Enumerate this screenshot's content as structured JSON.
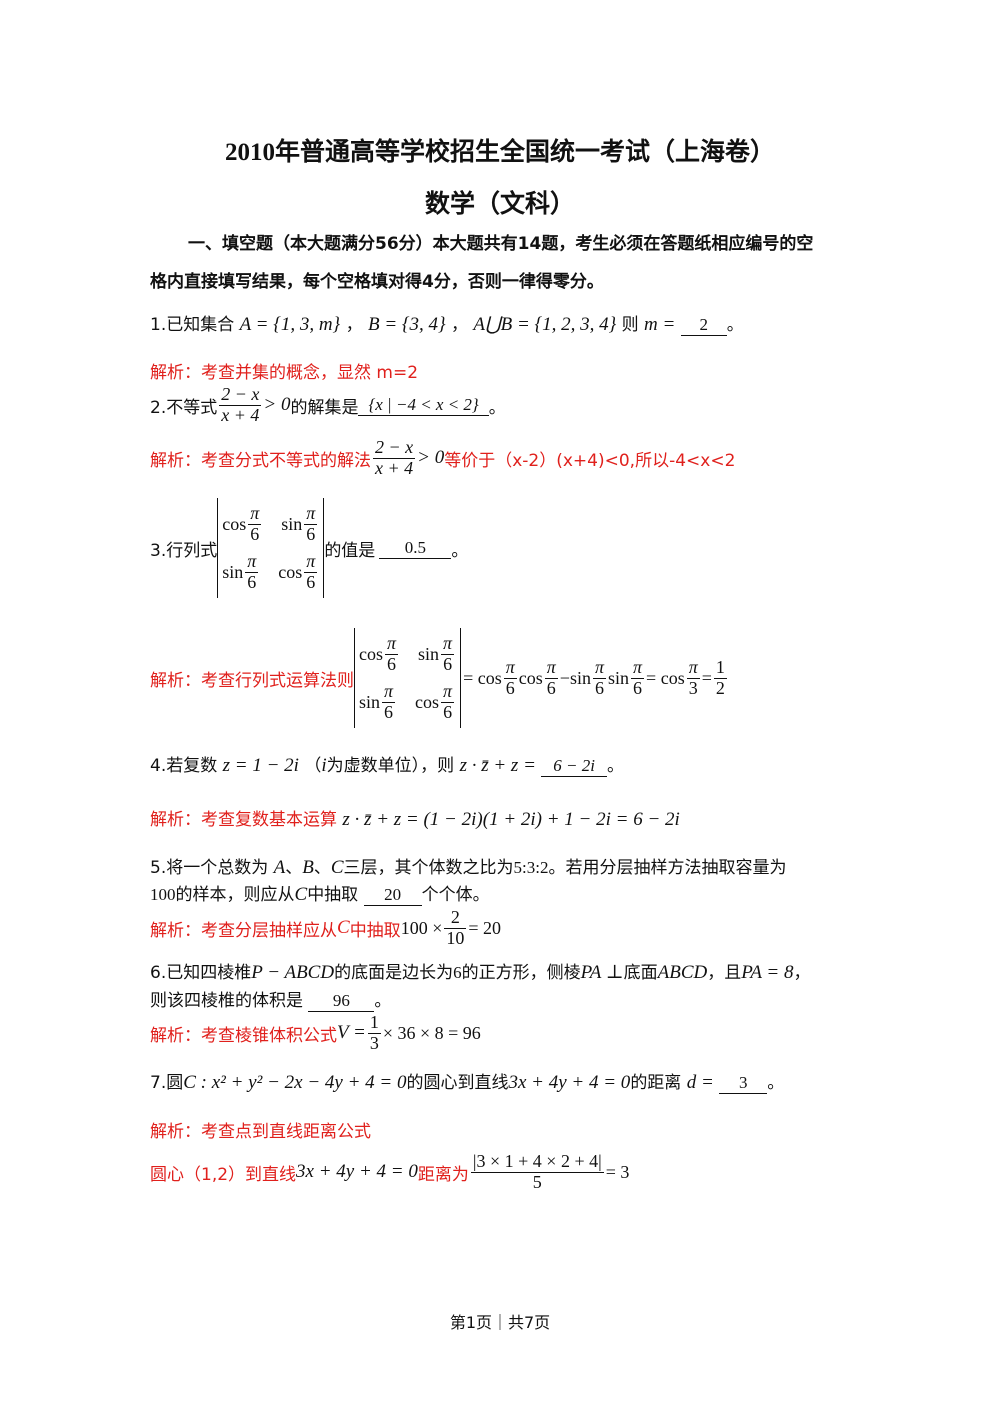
{
  "header": {
    "title": "2010年普通高等学校招生全国统一考试（上海卷）",
    "subtitle": "数学（文科）"
  },
  "section1": {
    "line1": "一、填空题（本大题满分56分）本大题共有14题，考生必须在答题纸相应编号的空",
    "line2": "格内直接填写结果，每个空格填对得4分，否则一律得零分。"
  },
  "q1": {
    "prefix": "1.已知集合",
    "setA": "A = {1, 3, m}",
    "sep1": "，",
    "setB": "B = {3, 4}",
    "sep2": "，",
    "union": "A⋃B = {1, 2, 3, 4}",
    "then": "则",
    "var": "m =",
    "answer": "2",
    "end": "。",
    "analysis": "解析：考查并集的概念，显然 m=2"
  },
  "q2": {
    "prefix": "2.不等式",
    "num": "2 − x",
    "den": "x + 4",
    "gt": "> 0",
    "mid": "的解集是",
    "answer": "{x | −4 < x < 2}",
    "end": "。",
    "analysis_prefix": "解析：考查分式不等式的解法",
    "analysis_suffix": "等价于（x-2）(x+4)<0,所以-4<x<2"
  },
  "q3": {
    "prefix": "3.行列式",
    "mid": "的值是",
    "answer": "0.5",
    "end": "。",
    "cos": "cos",
    "sin": "sin",
    "pi": "π",
    "six": "6",
    "three": "3",
    "one": "1",
    "two": "2",
    "analysis_prefix": "解析：考查行列式运算法则",
    "eq": "=",
    "minus": "−"
  },
  "q4": {
    "prefix": "4.若复数",
    "z": "z = 1 − 2i",
    "paren": "（",
    "i": "i",
    "paren_text": "为虚数单位），则",
    "expr": "z · z̄ + z =",
    "answer": "6 − 2i",
    "end": "。",
    "analysis_prefix": "解析：考查复数基本运算",
    "analysis_expr": "z · z̄ + z = (1 − 2i)(1 + 2i) + 1 − 2i = 6 − 2i"
  },
  "q5": {
    "line1_a": "5.将一个总数为",
    "A": "A",
    "sep1": "、",
    "B": "B",
    "sep2": "、",
    "C": "C",
    "line1_b": "三层，其个体数之比为",
    "ratio": "5:3:2",
    "line1_c": "。若用分层抽样方法抽取容量为",
    "line2_a": "100",
    "line2_b": "的样本，则应从",
    "line2_c": "中抽取",
    "answer": "20",
    "line2_d": "个个体。",
    "analysis_prefix": "解析：考查分层抽样应从",
    "analysis_mid": "中抽取",
    "analysis_expr_a": "100 ×",
    "analysis_num": "2",
    "analysis_den": "10",
    "analysis_expr_b": "= 20"
  },
  "q6": {
    "line1_a": "6.已知四棱椎",
    "pyr": "P − ABCD",
    "line1_b": "的底面是边长为",
    "six": "6",
    "line1_c": "的正方形，侧棱",
    "perp": "PA ⊥",
    "line1_d": "底面",
    "base": "ABCD",
    "line1_e": "，且",
    "pa": "PA = 8",
    "line1_f": "，",
    "line2_a": "则该四棱椎的体积是",
    "answer": "96",
    "end": "。",
    "analysis_prefix": "解析：考查棱锥体积公式",
    "analysis_v": "V =",
    "analysis_num": "1",
    "analysis_den": "3",
    "analysis_rest": "× 36 × 8 = 96"
  },
  "q7": {
    "prefix": "7.圆",
    "circle": "C : x² + y² − 2x − 4y + 4 = 0",
    "mid1": "的圆心到直线",
    "line": "3x + 4y + 4 = 0",
    "mid2": "的距离",
    "var": "d =",
    "answer": "3",
    "end": "。",
    "analysis1": "解析：考查点到直线距离公式",
    "analysis2_prefix": "圆心（1,2）到直线",
    "analysis2_line": "3x + 4y + 4 = 0",
    "analysis2_mid": "距离为",
    "analysis2_num": "|3 × 1 + 4 × 2 + 4|",
    "analysis2_den": "5",
    "analysis2_res": "= 3"
  },
  "footer": {
    "text": "第1页｜共7页"
  }
}
